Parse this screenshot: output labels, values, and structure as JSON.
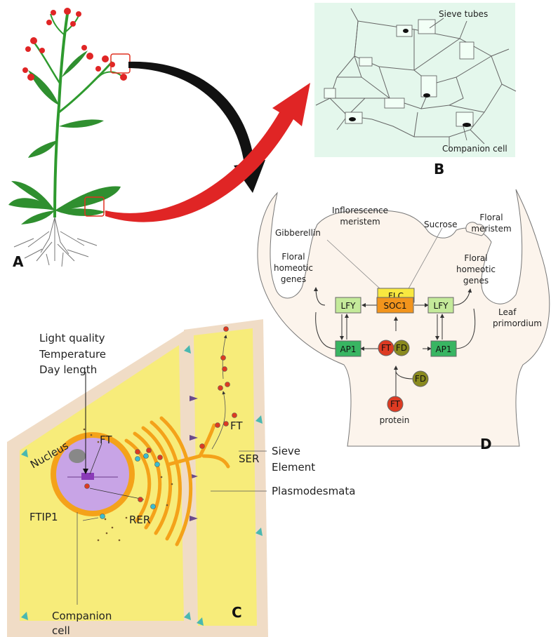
{
  "panels": {
    "a": "A",
    "b": "B",
    "c": "C",
    "d": "D"
  },
  "panel_b": {
    "sieve_tubes": "Sieve tubes",
    "companion_cell": "Companion cell"
  },
  "panel_c": {
    "light_quality": "Light quality",
    "temperature": "Temperature",
    "day_length": "Day length",
    "ft": "FT",
    "nucleus": "Nucleus",
    "ftip1": "FTIP1",
    "rer": "RER",
    "ser": "SER",
    "ft_sieve": "FT",
    "sieve_line1": "Sieve",
    "sieve_line2": "Element",
    "plasmodesmata": "Plasmodesmata",
    "companion_line1": "Companion",
    "companion_line2": "cell"
  },
  "panel_d": {
    "infl_line1": "Inflorescence",
    "infl_line2": "meristem",
    "gibberellin": "Gibberellin",
    "sucrose": "Sucrose",
    "floral_mer_line1": "Floral",
    "floral_mer_line2": "meristem",
    "homeotic_l1": "Floral",
    "homeotic_l2": "homeotic",
    "homeotic_l3": "genes",
    "homeotic_r1": "Floral",
    "homeotic_r2": "homeotic",
    "homeotic_r3": "genes",
    "leaf_line1": "Leaf",
    "leaf_line2": "primordium",
    "flc": "FLC",
    "soc1": "SOC1",
    "lfy_left": "LFY",
    "lfy_right": "LFY",
    "ap1_left": "AP1",
    "ap1_right": "AP1",
    "ft_center": "FT",
    "fd_center": "FD",
    "fd_lower": "FD",
    "ft_lower": "FT",
    "protein": "protein"
  },
  "colors": {
    "stem": "#2e9a2e",
    "leaf": "#2f8f2f",
    "flower": "#e02525",
    "cell_yellow": "#f7ec7a",
    "cell_wall": "#f0dcc6",
    "meristem": "#fcf4ec",
    "orange": "#f4a21a",
    "lfy": "#c4ea9a",
    "ap1": "#38b562",
    "flc": "#f8e840",
    "soc1": "#f2941c",
    "ft_red": "#dd3a22",
    "fd_olive": "#8a8a1e",
    "nucleus": "#c8a4e6",
    "panel_b_bg": "#e4f7ec"
  }
}
